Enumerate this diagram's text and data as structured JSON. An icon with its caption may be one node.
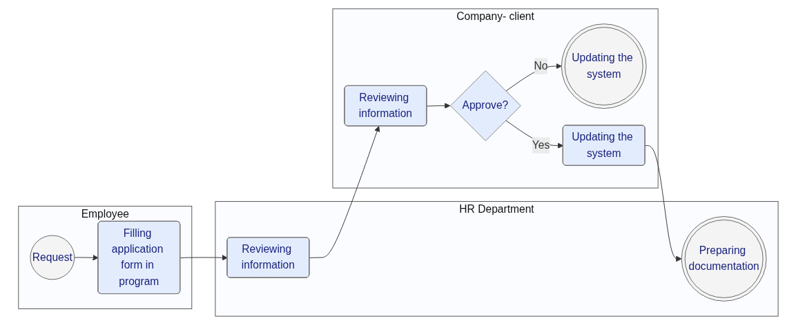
{
  "diagram": {
    "nodes": [
      {
        "text": [
          "Employee"
        ]
      },
      {
        "text": [
          "Request"
        ],
        "in": 0
      },
      {
        "text": [
          "Filling application form in program"
        ],
        "in": 0
      },
      {
        "text": [
          "HR Department"
        ]
      },
      {
        "text": [
          "Reviewing information"
        ],
        "in": 3
      },
      {
        "text": [
          "Preparing documentation"
        ],
        "in": 3
      },
      {
        "text": [
          "Company- client"
        ]
      },
      {
        "text": [
          "Updating the system"
        ],
        "in": 6
      },
      {
        "text": [
          "Reviewing information"
        ],
        "in": 6
      },
      {
        "text": [
          "Approve?"
        ],
        "in": 6
      },
      {
        "text": [
          "Updating the system"
        ],
        "in": 6
      }
    ],
    "edges": [
      {
        "from": 1,
        "to": 2,
        "arrow": "to"
      },
      {
        "from": 2,
        "to": 4,
        "arrow": "to"
      },
      {
        "from": 4,
        "to": 8,
        "arrow": "to"
      },
      {
        "from": 8,
        "to": 9,
        "arrow": "to"
      },
      {
        "from": 9,
        "to": 7,
        "label": "No",
        "arrow": "to"
      },
      {
        "from": 9,
        "to": 10,
        "label": "Yes",
        "arrow": "to"
      },
      {
        "from": 10,
        "to": 5,
        "arrow": "to"
      }
    ]
  }
}
